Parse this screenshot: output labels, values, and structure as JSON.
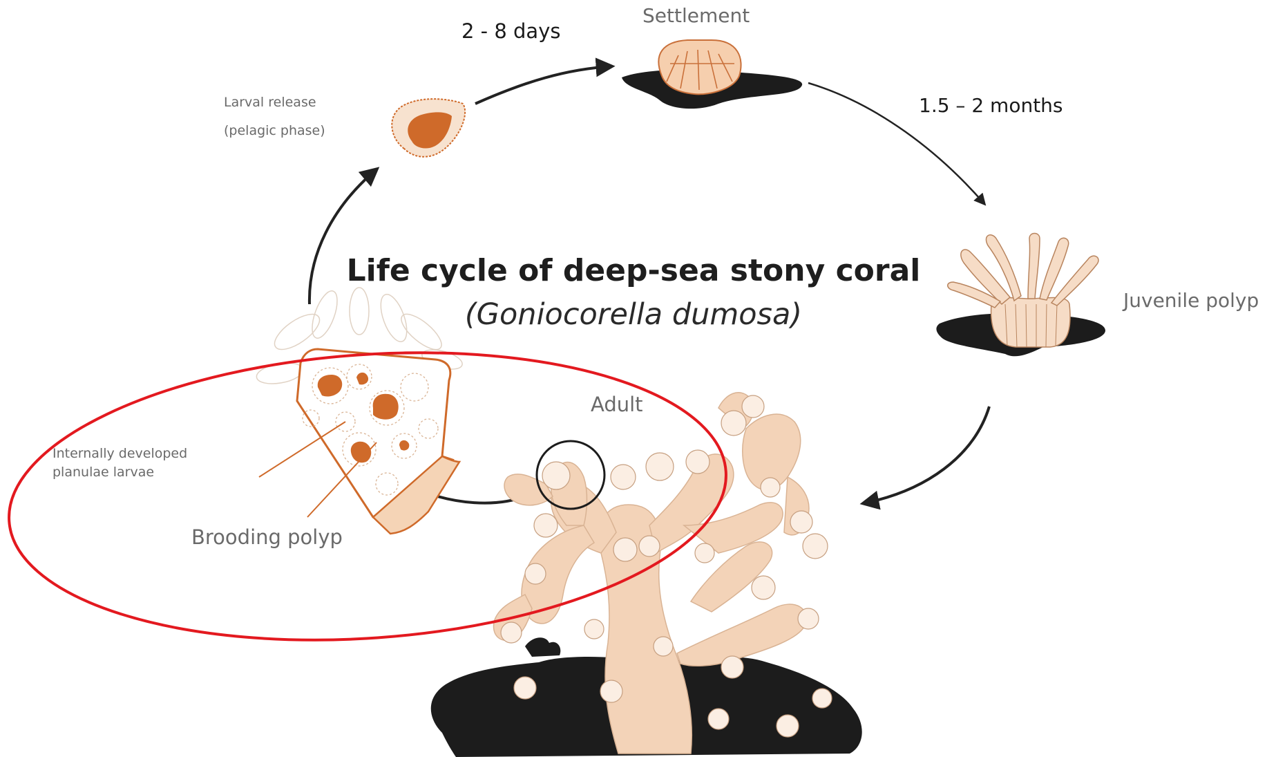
{
  "title": {
    "main": "Life cycle of deep-sea stony coral",
    "species": "(Goniocorella dumosa)"
  },
  "stages": {
    "settlement": "Settlement",
    "juvenile": "Juvenile polyp",
    "adult": "Adult",
    "brooding": "Brooding polyp",
    "larval_release": "Larval release",
    "pelagic_phase": "(pelagic phase)",
    "planulae_line1": "Internally developed",
    "planulae_line2": "planulae larvae"
  },
  "durations": {
    "larva_to_settlement": "2 - 8 days",
    "settlement_to_juvenile": "1.5 – 2 months"
  },
  "colors": {
    "larva_orange": "#cf6a2a",
    "coral_peach": "#f3d3b8",
    "highlight_red": "#e3191f",
    "substrate": "#1c1c1c"
  }
}
